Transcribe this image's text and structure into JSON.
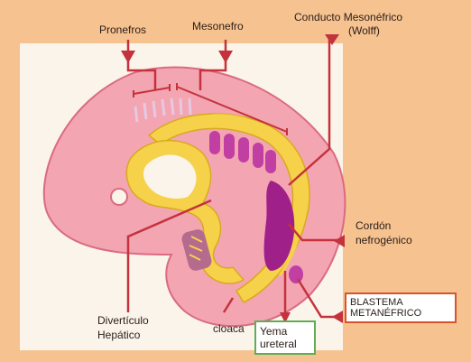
{
  "colors": {
    "page_background": "#f6c28f",
    "panel_background": "#fbf4ea",
    "arrow_red": "#c4323c",
    "embryo_pink": "#f4a5b2",
    "mesonephros_yellow": "#f5d24a",
    "nephrogenic_magenta": "#a0208a",
    "blastema_box_border": "#d9532b",
    "yema_box_border": "#5fae57"
  },
  "labels": {
    "pronefros": "Pronefros",
    "mesonefro": "Mesonefro",
    "conducto_line1": "Conducto Mesonéfrico",
    "conducto_line2": "(Wolff)",
    "cordon_line1": "Cordón",
    "cordon_line2": "nefrogénico",
    "blastema_line1": "BLASTEMA",
    "blastema_line2": "METANÉFRICO",
    "diverticulo_line1": "Divertículo",
    "diverticulo_line2": "Hepático",
    "cloaca": "cloaca",
    "yema_line1": "Yema",
    "yema_line2": "ureteral"
  }
}
